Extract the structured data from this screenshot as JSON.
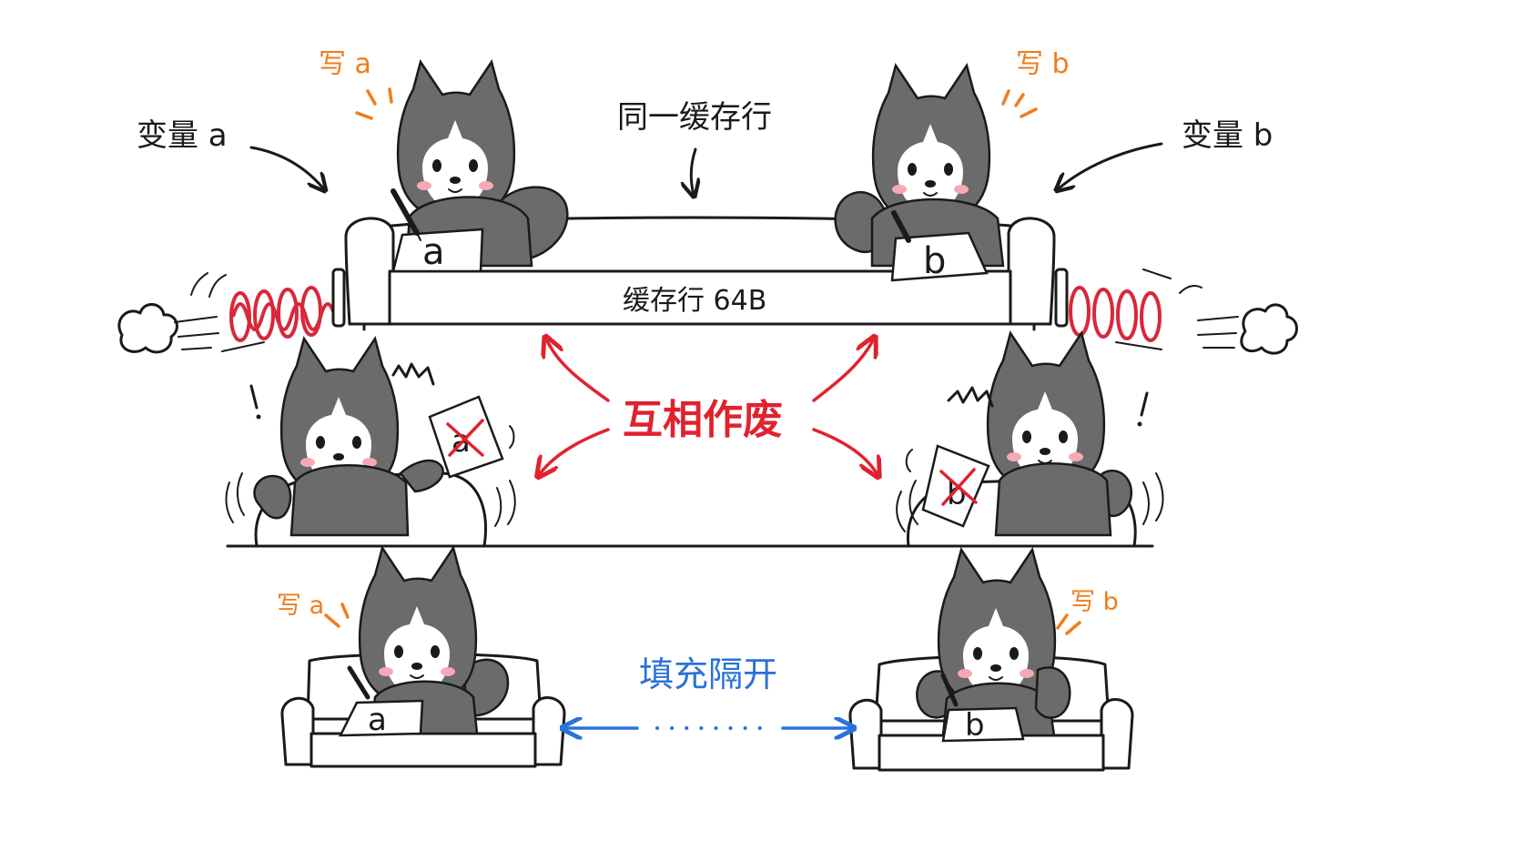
{
  "labels": {
    "var_a": "变量 a",
    "var_b": "变量 b",
    "same_cache_line": "同一缓存行",
    "write_a_top": "写 a",
    "write_b_top": "写 b",
    "cache_line_64b": "缓存行 64B",
    "mutual_invalidation": "互相作废",
    "padding_isolation": "填充隔开",
    "write_a_bottom": "写 a",
    "write_b_bottom": "写 b"
  },
  "papers": {
    "top_left": "a",
    "top_right": "b",
    "mid_left": "a",
    "mid_right": "b",
    "bottom_left": "a",
    "bottom_right": "b"
  },
  "colors": {
    "ink": "#1a1a1a",
    "write_orange": "#f07d1c",
    "conflict_red": "#e0222e",
    "padding_blue": "#2a72d8",
    "spring_red": "#d8283a",
    "fur_gray": "#6b6b6b",
    "cheek_pink": "#f6a9b5"
  }
}
